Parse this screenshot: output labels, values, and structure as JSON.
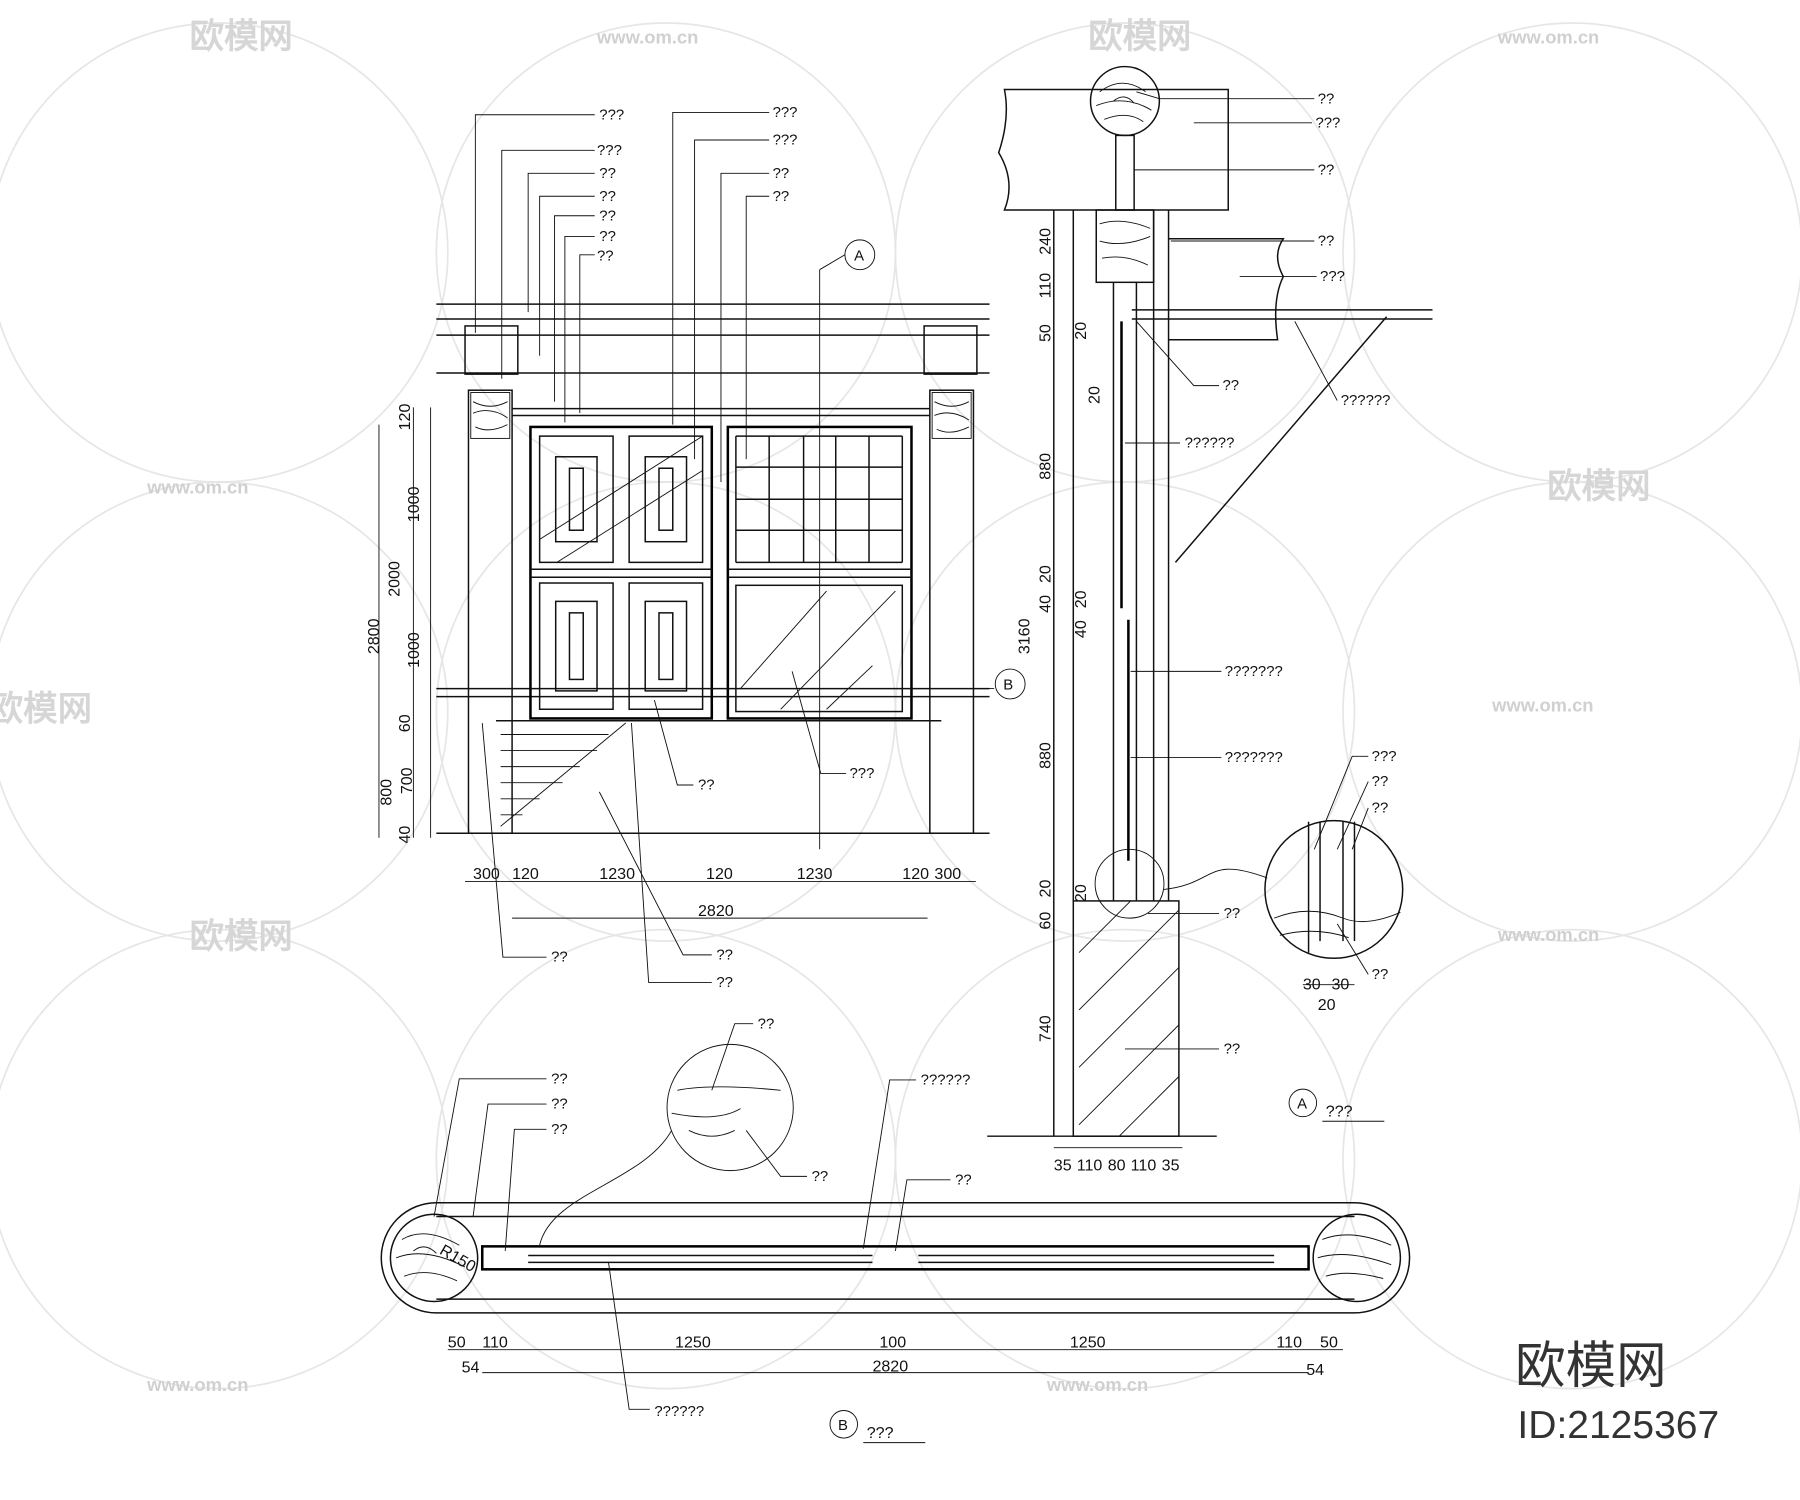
{
  "watermark": {
    "brand": "欧模网",
    "url": "www.om.cn",
    "site_logo": "欧模网",
    "id_label": "ID:2125367"
  },
  "elevation": {
    "left_dims": [
      "120",
      "1000",
      "2000",
      "1000",
      "60",
      "700",
      "800",
      "40",
      "2800"
    ],
    "bottom_dims": [
      "300",
      "120",
      "1230",
      "120",
      "1230",
      "120",
      "300",
      "2820"
    ],
    "section_marker_a": "A",
    "section_marker_b": "B",
    "labels": [
      "???",
      "???",
      "??",
      "??",
      "??",
      "??",
      "??",
      "???",
      "???",
      "??",
      "??",
      "??",
      "???",
      "??",
      "??",
      "??"
    ]
  },
  "section_a": {
    "dims": [
      "240",
      "50",
      "110",
      "20",
      "20",
      "880",
      "40",
      "20",
      "20",
      "40",
      "880",
      "60",
      "20",
      "20",
      "740",
      "3160"
    ],
    "bottom_dims": [
      "35",
      "110",
      "80",
      "110",
      "35"
    ],
    "detail_dims": [
      "30",
      "30",
      "20"
    ],
    "labels": [
      "??",
      "???",
      "??",
      "??",
      "???",
      "??",
      "??????",
      "??????",
      "???????",
      "???????",
      "???",
      "??",
      "??",
      "??",
      "??",
      "??"
    ],
    "title_marker": "A",
    "title": "???"
  },
  "plan_b": {
    "dims": [
      "50",
      "110",
      "1250",
      "100",
      "1250",
      "110",
      "50",
      "54",
      "2820",
      "54"
    ],
    "radius": "R150",
    "labels": [
      "??",
      "??",
      "??",
      "??",
      "??",
      "??????",
      "??",
      "??????"
    ],
    "title_marker": "B",
    "title": "???"
  }
}
